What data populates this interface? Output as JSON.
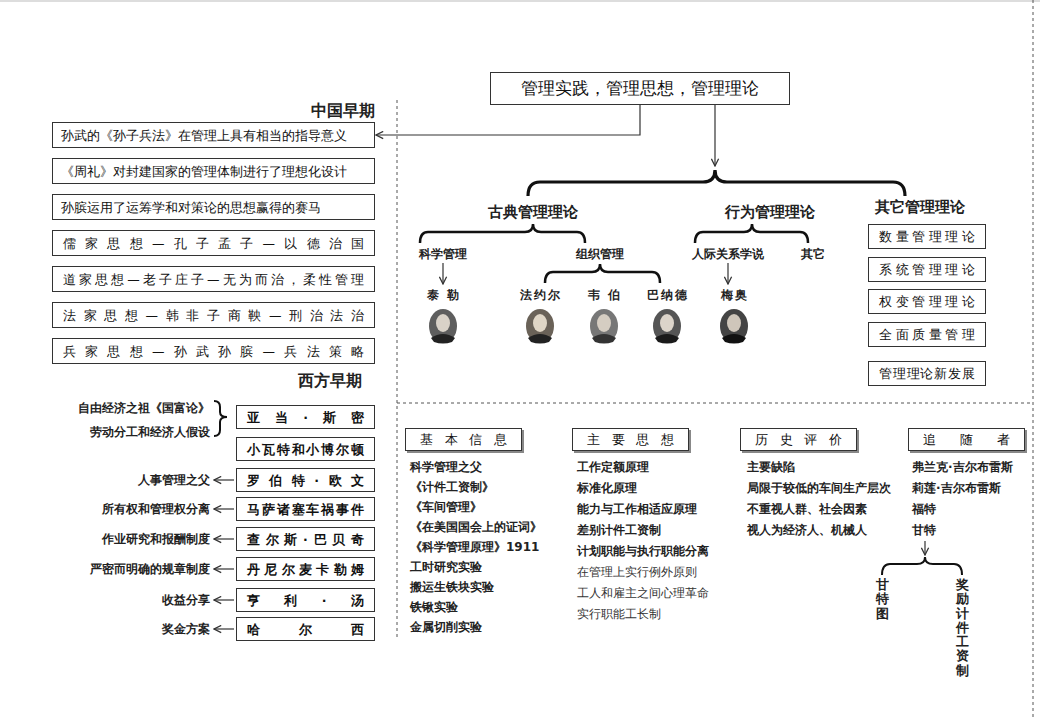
{
  "diagram": {
    "nodes": [
      {
        "text": [
          "管理实践，管理思想，管理理论"
        ]
      },
      {
        "text": [
          "孙武的《孙子兵法》在管理上具有相当的指导意义"
        ]
      },
      {
        "text": [
          "《周礼》对封建国家的管理体制进行了理想化设计"
        ]
      },
      {
        "text": [
          "孙膑运用了运筹学和对策论的思想赢得的赛马"
        ]
      },
      {
        "text": [
          "儒家思想—孔子孟子—以德治国"
        ]
      },
      {
        "text": [
          "道家思想—老子庄子—无为而治，柔性管理"
        ]
      },
      {
        "text": [
          "法家思想—韩非子商鞅—刑治法治"
        ]
      },
      {
        "text": [
          "兵家思想—孙武孙膑—兵法策略"
        ]
      },
      {
        "text": [
          "亚当·斯密"
        ]
      },
      {
        "text": [
          "小瓦特和小博尔顿"
        ]
      },
      {
        "text": [
          "罗伯特·欧文"
        ]
      },
      {
        "text": [
          "马萨诸塞车祸事件"
        ]
      },
      {
        "text": [
          "查尔斯·巴贝奇"
        ]
      },
      {
        "text": [
          "丹尼尔麦卡勒姆"
        ]
      },
      {
        "text": [
          "亨利·汤"
        ]
      },
      {
        "text": [
          "哈尔西"
        ]
      },
      {
        "text": [
          "数量管理理论"
        ]
      },
      {
        "text": [
          "系统管理理论"
        ]
      },
      {
        "text": [
          "权变管理理论"
        ]
      },
      {
        "text": [
          "全面质量管理"
        ]
      },
      {
        "text": [
          "管理理论新发展"
        ]
      },
      {
        "text": [
          "基本信息"
        ]
      },
      {
        "text": [
          "主要思想"
        ]
      },
      {
        "text": [
          "历史评价"
        ]
      },
      {
        "text": [
          "追随者"
        ]
      }
    ],
    "edges": [
      {
        "from": 0,
        "to": 1,
        "arrow": "to"
      }
    ],
    "labels": [
      "中国早期",
      "西方早期",
      "自由经济之祖《国富论》",
      "劳动分工和经济人假设",
      "人事管理之父",
      "所有权和管理权分离",
      "作业研究和报酬制度",
      "严密而明确的规章制度",
      "收益分享",
      "奖金方案",
      "古典管理理论",
      "行为管理理论",
      "其它管理理论",
      "科学管理",
      "组织管理",
      "人际关系学说",
      "其它",
      "泰勒",
      "法约尔",
      "韦伯",
      "巴纳德",
      "梅奥",
      "科学管理之父",
      "《计件工资制》",
      "《车间管理》",
      "《在美国国会上的证词》",
      "《科学管理原理》1911",
      "工时研究实验",
      "搬运生铁块实验",
      "铁锹实验",
      "金属切削实验",
      "工作定额原理",
      "标准化原理",
      "能力与工作相适应原理",
      "差别计件工资制",
      "计划职能与执行职能分离",
      "在管理上实行例外原则",
      "工人和雇主之间心理革命",
      "实行职能工长制",
      "主要缺陷",
      "局限于较低的车间生产层次",
      "不重视人群、社会因素",
      "视人为经济人、机械人",
      "弗兰克·吉尔布雷斯",
      "莉莲·吉尔布雷斯",
      "福特",
      "甘特",
      "甘特图",
      "奖励计件工资制"
    ]
  }
}
